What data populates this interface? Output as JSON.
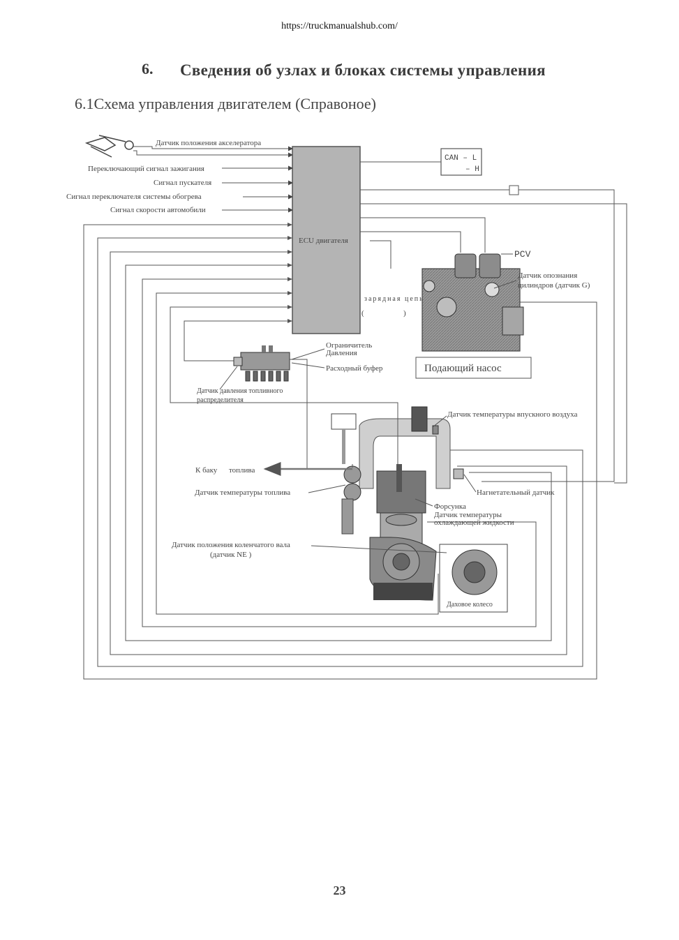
{
  "header": {
    "url": "https://truckmanualshub.com/",
    "section_number": "6.",
    "section_title": "Сведения об узлах и блоках системы управления",
    "subsection_title": "6.1Схема управления двигателем (Справоное)"
  },
  "diagram": {
    "ecu_label": "ECU двигателя",
    "can_l": "CAN – L",
    "can_h": "– H",
    "inputs": {
      "accelerator": "Датчик положения акселератора",
      "ignition": "Переключающий сигнал зажигания",
      "starter": "Сигнал пускателя",
      "heater": "Сигнал переключателя системы обогрева",
      "speed": "Сигнал скорости автомобили"
    },
    "pcv": "PCV",
    "g_sensor_line1": "Датчик опознания",
    "g_sensor_line2": "цилиндров (датчик G)",
    "charge_circuit": "зарядная цепь",
    "charge_open": "(",
    "charge_close": ")",
    "pump_label": "Подающий насос",
    "limiter_line1": "Ограничитель",
    "limiter_line2": "Давления",
    "flow_damper": "Расходный буфер",
    "rail_sensor_line1": "Датчик давления топливного",
    "rail_sensor_line2": "распределителя",
    "intake_temp": "Датчик температуры впускного воздуха",
    "to_tank_1": "К баку",
    "to_tank_2": "топлива",
    "boost_sensor": "Нагнетательный датчик",
    "fuel_temp": "Датчик температуры топлива",
    "injector": "Форсунка",
    "coolant_line1": "Датчик температуры",
    "coolant_line2": "охлаждающей жидкости",
    "crank_line1": "Датчик положения коленчатого вала",
    "crank_line2": "(датчик NE )",
    "flywheel": "Даховое колесо"
  },
  "footer": {
    "page_number": "23"
  }
}
